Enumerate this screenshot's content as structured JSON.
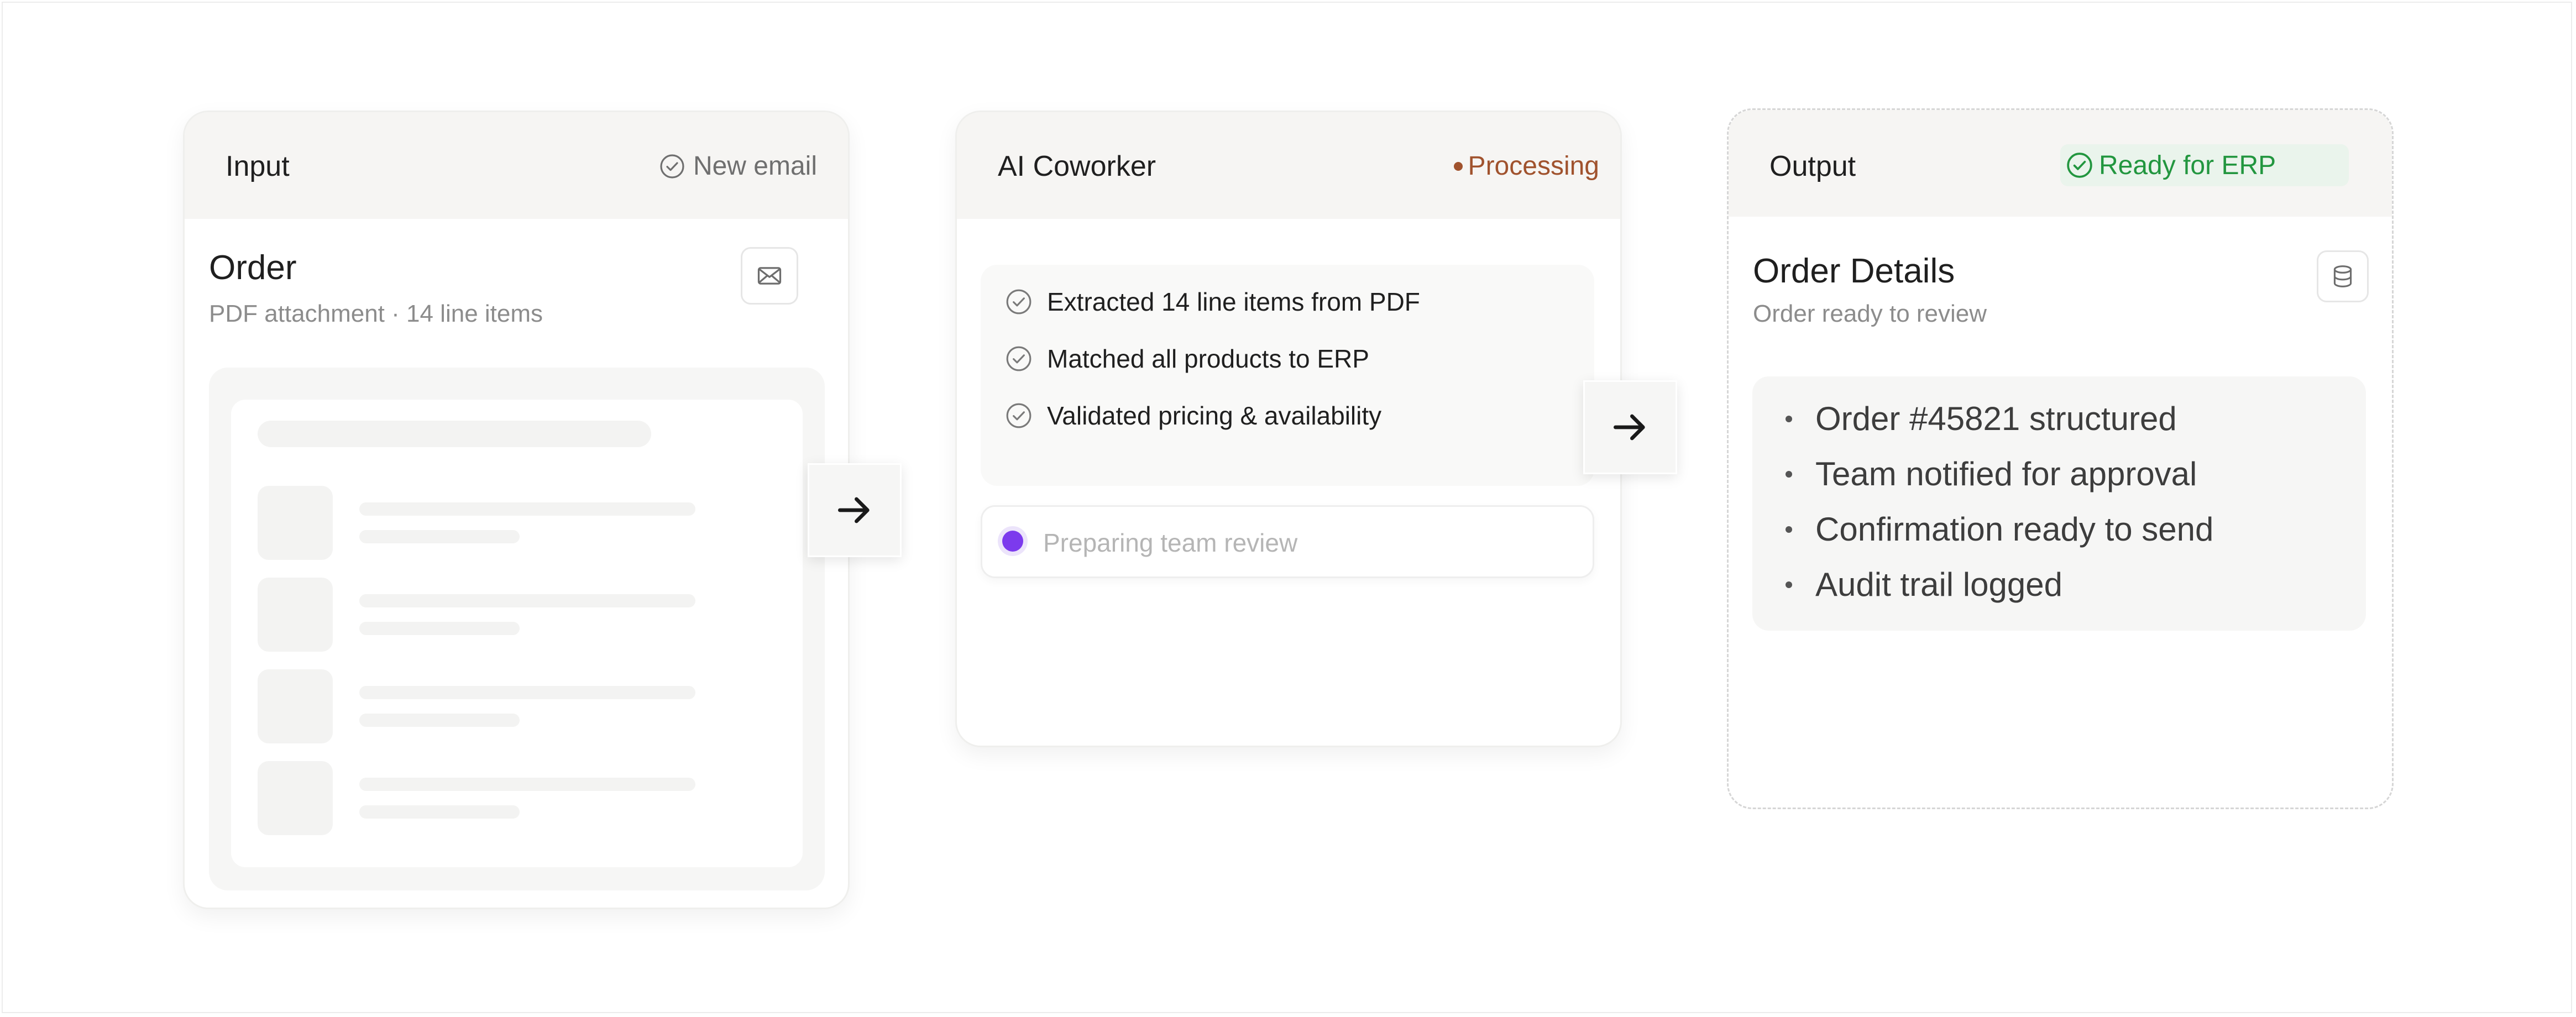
{
  "colors": {
    "processing": "#a0522d",
    "ready_text": "#22963f",
    "ready_bg": "#eaf4ec",
    "pending_dot": "#7c3aed"
  },
  "input_card": {
    "title": "Input",
    "status_label": "New email",
    "status_icon": "check-circle-icon",
    "doc_title": "Order",
    "doc_subtitle": "PDF attachment · 14 line items",
    "doc_icon": "mail-icon"
  },
  "ai_card": {
    "title": "AI Coworker",
    "status_label": "Processing",
    "steps": [
      {
        "label": "Extracted 14 line items from PDF",
        "icon": "check-circle-icon"
      },
      {
        "label": "Matched all products to ERP",
        "icon": "check-circle-icon"
      },
      {
        "label": "Validated pricing & availability",
        "icon": "check-circle-icon"
      }
    ],
    "pending_label": "Preparing team review"
  },
  "output_card": {
    "title": "Output",
    "status_label": "Ready for ERP",
    "status_icon": "check-circle-icon",
    "details_title": "Order Details",
    "details_subtitle": "Order ready to review",
    "details_icon": "database-icon",
    "items": [
      "Order #45821 structured",
      "Team notified for approval",
      "Confirmation ready to send",
      "Audit trail logged"
    ]
  },
  "arrows": [
    "arrow-right-icon",
    "arrow-right-icon"
  ]
}
